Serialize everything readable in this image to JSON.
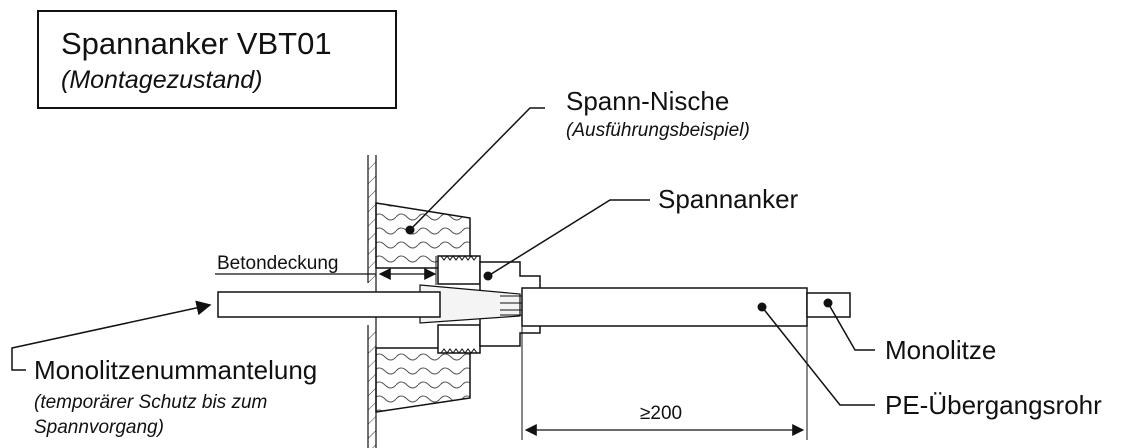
{
  "title": {
    "main": "Spannanker VBT01",
    "sub": "(Montagezustand)"
  },
  "labels": {
    "nische": "Spann-Nische",
    "nische_sub": "(Ausführungsbeispiel)",
    "spannanker": "Spannanker",
    "betondeckung": "Betondeckung",
    "monolitze": "Monolitze",
    "ummantelung": "Monolitzenummantelung",
    "ummantelung_sub_1": "(temporärer Schutz bis zum",
    "ummantelung_sub_2": "Spannvorgang)",
    "pe_rohr": "PE-Übergangsrohr",
    "dimension": "≥200"
  }
}
